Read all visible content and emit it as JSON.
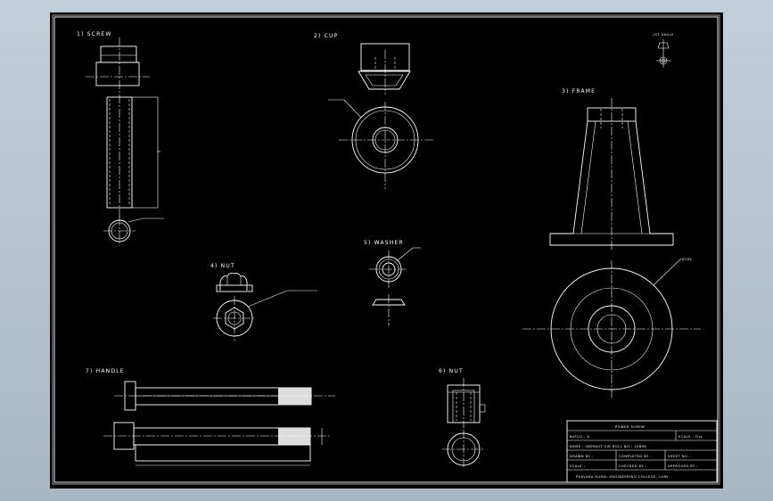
{
  "drawing": {
    "parts": {
      "screw": "1) SCREW",
      "cup": "2) CUP",
      "frame": "3) FRAME",
      "washer": "5) WASHER",
      "nut_4": "4) NUT",
      "handle": "7) HANDLE",
      "nut_6": "6) NUT"
    },
    "dimensions": {
      "frame_dia": "Ø285"
    },
    "projection_symbol": "1ST ANGLE"
  },
  "title_block": {
    "title": "POWER SCREW",
    "batch": "BATCH : A",
    "scale_type": "SCALE : Fits",
    "name_roll": "NAME : INDRAJIT SIR  ROLL NO : 10806",
    "drawn_by": "DRAWN BY :",
    "sheet": "SHEET NO :",
    "completed": "COMPLETED BY :",
    "scale": "SCALE :",
    "checked": "CHECKED BY :",
    "approved": "APPROVED BY :",
    "institute": "PRAVARA RURAL ENGINEERING COLLEGE, LONI"
  }
}
